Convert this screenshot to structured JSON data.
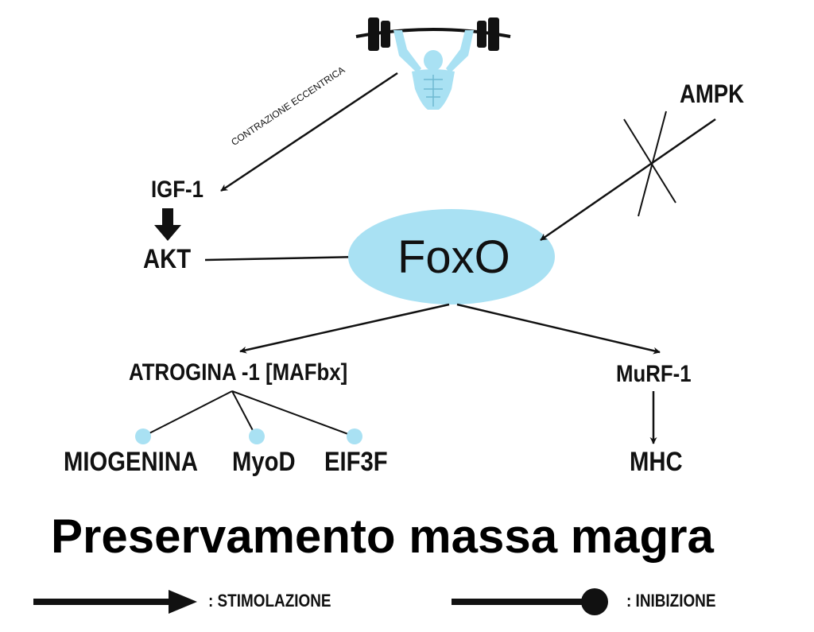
{
  "diagram": {
    "nodes": {
      "igf1": "IGF-1",
      "akt": "AKT",
      "foxo": "FoxO",
      "ampk": "AMPK",
      "atrogina": "ATROGINA -1 [MAFbx]",
      "murf1": "MuRF-1",
      "miogenina": "MIOGENINA",
      "myod": "MyoD",
      "eif3f": "EIF3F",
      "mhc": "MHC"
    },
    "edge_labels": {
      "eccentric": "CONTRAZIONE ECCENTRICA"
    },
    "title": "Preservamento massa magra",
    "legend": {
      "stimulation": ": STIMOLAZIONE",
      "inhibition": ": INIBIZIONE"
    },
    "colors": {
      "foxo_fill": "#a9e1f3",
      "target_dot": "#a9e1f3",
      "figure": "#a9e1f3",
      "ink": "#111111"
    },
    "icons": {
      "athlete": "weightlifter-icon"
    }
  }
}
